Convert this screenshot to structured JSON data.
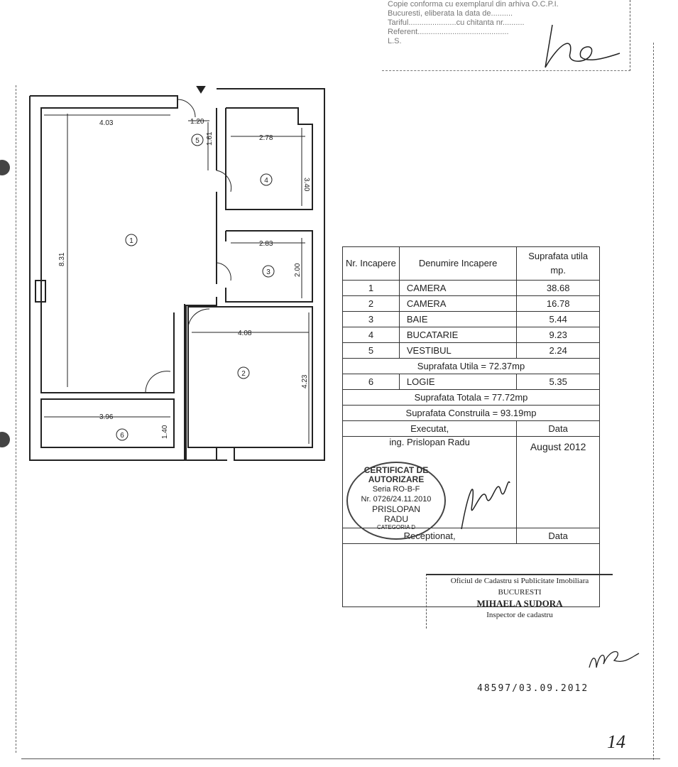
{
  "copy_stamp": {
    "lines": [
      "Copie conforma cu exemplarul din arhiva O.C.P.I.",
      "Bucuresti, eliberata la data de..........",
      "Tariful......................cu chitanta nr..........",
      "Referent..........................................",
      "L.S."
    ]
  },
  "floor_plan": {
    "dimensions": [
      "4.03",
      "1.20",
      "1.61",
      "2.78",
      "3.40",
      "8.31",
      "2.83",
      "2.00",
      "4.08",
      "4.23",
      "3.96",
      "1.40"
    ],
    "room_numbers": [
      "1",
      "2",
      "3",
      "4",
      "5",
      "6"
    ]
  },
  "table": {
    "headers": [
      "Nr. Incapere",
      "Denumire Incapere",
      "Suprafata utila mp."
    ],
    "rows": [
      {
        "nr": "1",
        "name": "CAMERA",
        "area": "38.68"
      },
      {
        "nr": "2",
        "name": "CAMERA",
        "area": "16.78"
      },
      {
        "nr": "3",
        "name": "BAIE",
        "area": "5.44"
      },
      {
        "nr": "4",
        "name": "BUCATARIE",
        "area": "9.23"
      },
      {
        "nr": "5",
        "name": "VESTIBUL",
        "area": "2.24"
      }
    ],
    "utila": "Suprafata Utila = 72.37mp",
    "logie": {
      "nr": "6",
      "name": "LOGIE",
      "area": "5.35"
    },
    "totala": "Suprafata Totala = 77.72mp",
    "construita": "Suprafata Construila = 93.19mp",
    "executat": "Executat,",
    "data_label": "Data",
    "executant": "ing. Prislopan Radu",
    "date": "August 2012",
    "receptionat": "Receptionat,",
    "data_label2": "Data"
  },
  "round_stamp": {
    "title": "CERTIFICAT DE AUTORIZARE",
    "serie": "Seria RO-B-F",
    "nr": "Nr. 0726/24.11.2010",
    "name1": "PRISLOPAN",
    "name2": "RADU",
    "category": "CATEGORIA D"
  },
  "ocpi_stamp": {
    "line1": "Oficiul de Cadastru si Publicitate Imobiliara",
    "line2": "BUCURESTI",
    "line3": "MIHAELA SUDORA",
    "line4": "Inspector de cadastru"
  },
  "registration": "48597/03.09.2012",
  "page_number": "14"
}
